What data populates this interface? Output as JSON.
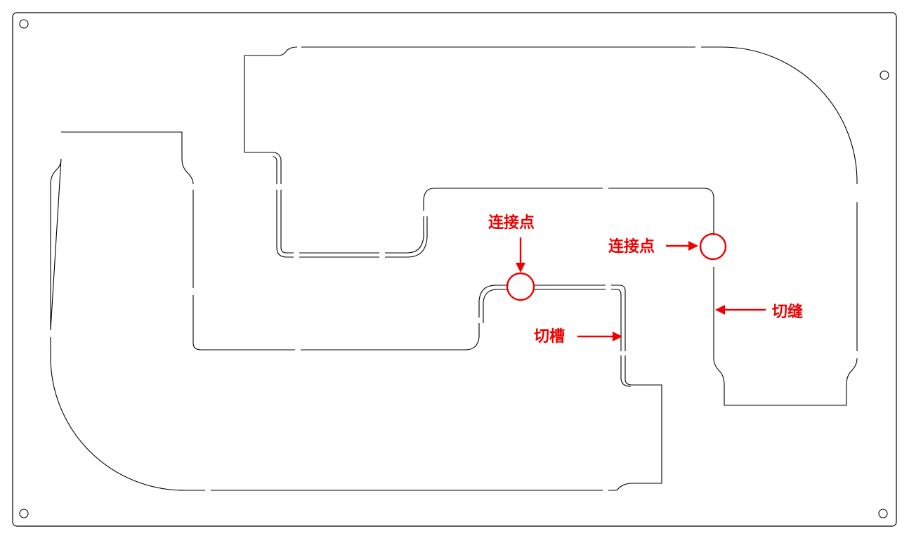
{
  "annotations": {
    "connection_point_top": "连接点",
    "connection_point_right": "连接点",
    "groove": "切槽",
    "kerf": "切缝"
  },
  "colors": {
    "annotation": "#ee0000",
    "line": "#000000",
    "background": "#ffffff"
  }
}
